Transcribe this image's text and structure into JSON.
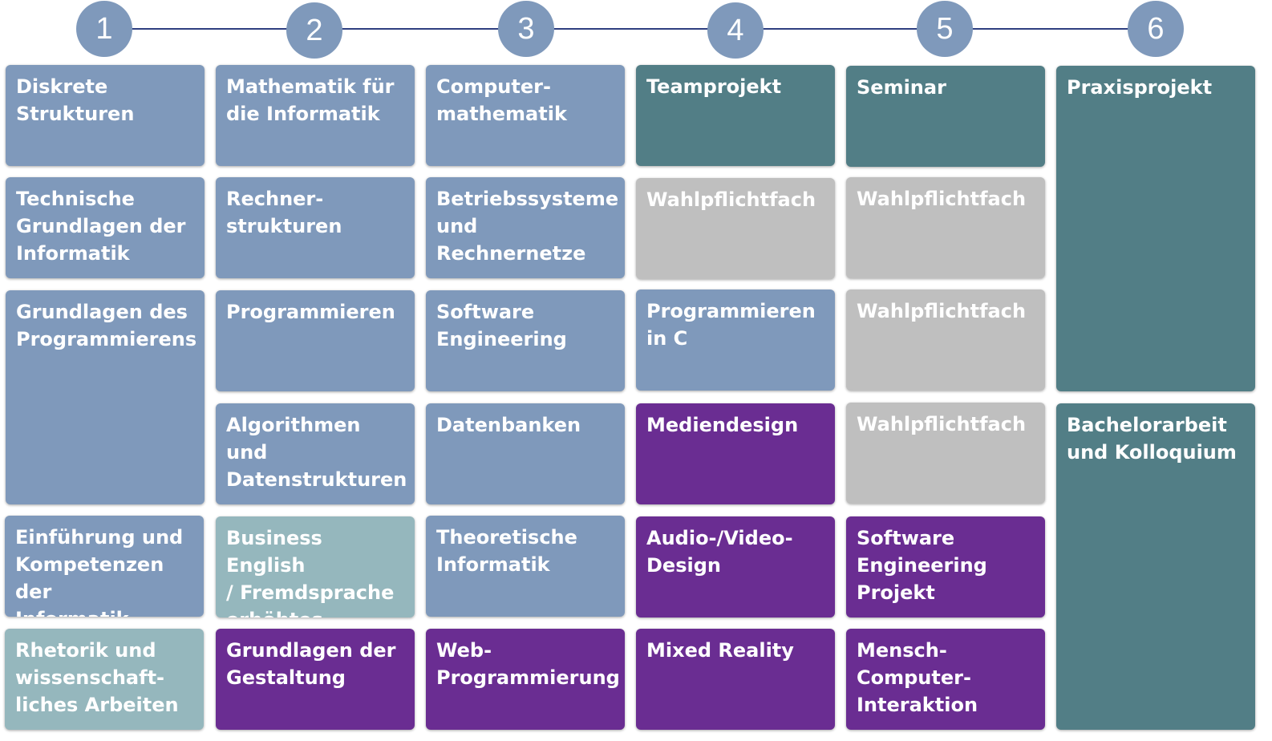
{
  "semesters": [
    "1",
    "2",
    "3",
    "4",
    "5",
    "6"
  ],
  "colors": {
    "core": "#7f99bb",
    "project": "#527e86",
    "elective": "#bfbfbf",
    "language": "#95b7bd",
    "media": "#6a2d92",
    "timeline": "#2f3f80"
  },
  "modules": {
    "s1": {
      "diskrete": "Diskrete\nStrukturen",
      "tgi": "Technische\nGrundlagen der\nInformatik",
      "gdp": "Grundlagen des\nProgrammierens",
      "ekI": "Einführung und\nKompetenzen der\nInformatik",
      "rhetorik": "Rhetorik und\nwissenschaft-\nliches Arbeiten"
    },
    "s2": {
      "mathe": "Mathematik für\ndie Informatik",
      "rechner": "Rechner-\nstrukturen",
      "prog": "Programmieren",
      "algo": "Algorithmen und\nDatenstrukturen",
      "english": "Business English\n/ Fremdsprache\nerhöhtes Niveau",
      "gestaltung": "Grundlagen der\nGestaltung"
    },
    "s3": {
      "compmathe": "Computer-\nmathematik",
      "betriebs": "Betriebssysteme\nund Rechnernetze",
      "swe": "Software\nEngineering",
      "db": "Datenbanken",
      "theo": "Theoretische\nInformatik",
      "web": "Web-\nProgrammierung"
    },
    "s4": {
      "team": "Teamprojekt",
      "wpf": "Wahlpflichtfach",
      "progc": "Programmieren\nin C",
      "mediendesign": "Mediendesign",
      "audio": "Audio-/Video-\nDesign",
      "mixed": "Mixed Reality"
    },
    "s5": {
      "seminar": "Seminar",
      "wpf1": "Wahlpflichtfach",
      "wpf2": "Wahlpflichtfach",
      "wpf3": "Wahlpflichtfach",
      "sweprojekt": "Software\nEngineering\nProjekt",
      "mci": "Mensch-\nComputer-\nInteraktion"
    },
    "s6": {
      "praxis": "Praxisprojekt",
      "bachelor": "Bachelorarbeit\nund Kolloquium"
    }
  }
}
